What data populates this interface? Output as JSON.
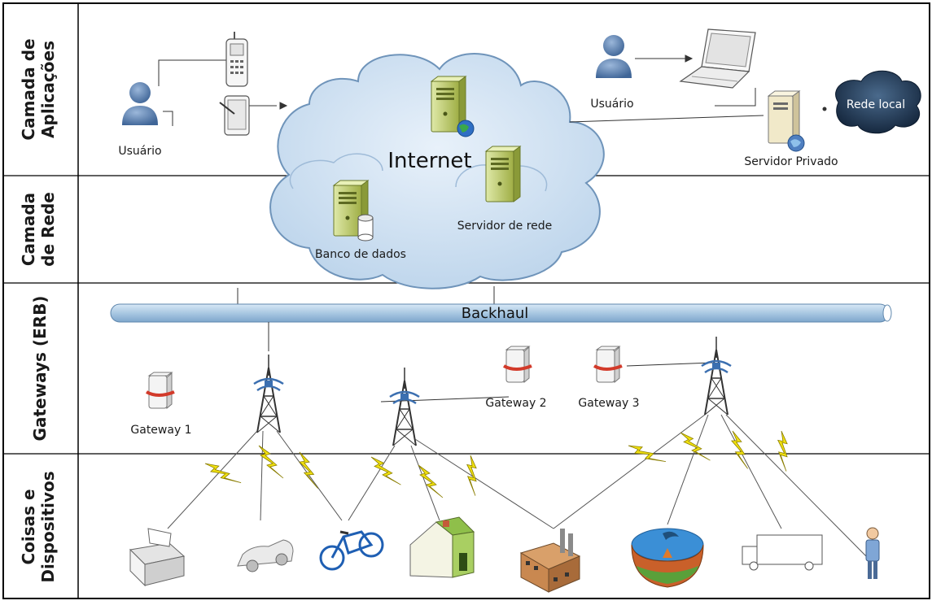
{
  "layers": [
    {
      "line1": "Camada de",
      "line2": "Aplicações"
    },
    {
      "line1": "Camada",
      "line2": "de Rede"
    },
    {
      "line1": "Gateways (ERB)",
      "line2": ""
    },
    {
      "line1": "Coisas e",
      "line2": "Dispositivos"
    }
  ],
  "labels": {
    "usuario_left": "Usuário",
    "usuario_right": "Usuário",
    "internet": "Internet",
    "banco_de_dados": "Banco de dados",
    "servidor_de_rede": "Servidor de rede",
    "servidor_privado": "Servidor Privado",
    "rede_local": "Rede local",
    "backhaul": "Backhaul",
    "gateway_1": "Gateway 1",
    "gateway_2": "Gateway 2",
    "gateway_3": "Gateway 3"
  },
  "colors": {
    "cloud_fill": "#c9dcef",
    "backhaul": "#a9c8e2",
    "lightning": "#f0e010",
    "server": "#c8d67a",
    "user": "#5b7fae",
    "gateway_band": "#d23a2a"
  },
  "icons": [
    "user-icon",
    "cellphone-icon",
    "tablet-icon",
    "laptop-icon",
    "server-icon",
    "database-icon",
    "globe-icon",
    "tower-icon",
    "gateway-icon",
    "printer-icon",
    "car-icon",
    "bicycle-icon",
    "house-icon",
    "factory-icon",
    "lake-icon",
    "truck-icon",
    "person-icon"
  ]
}
